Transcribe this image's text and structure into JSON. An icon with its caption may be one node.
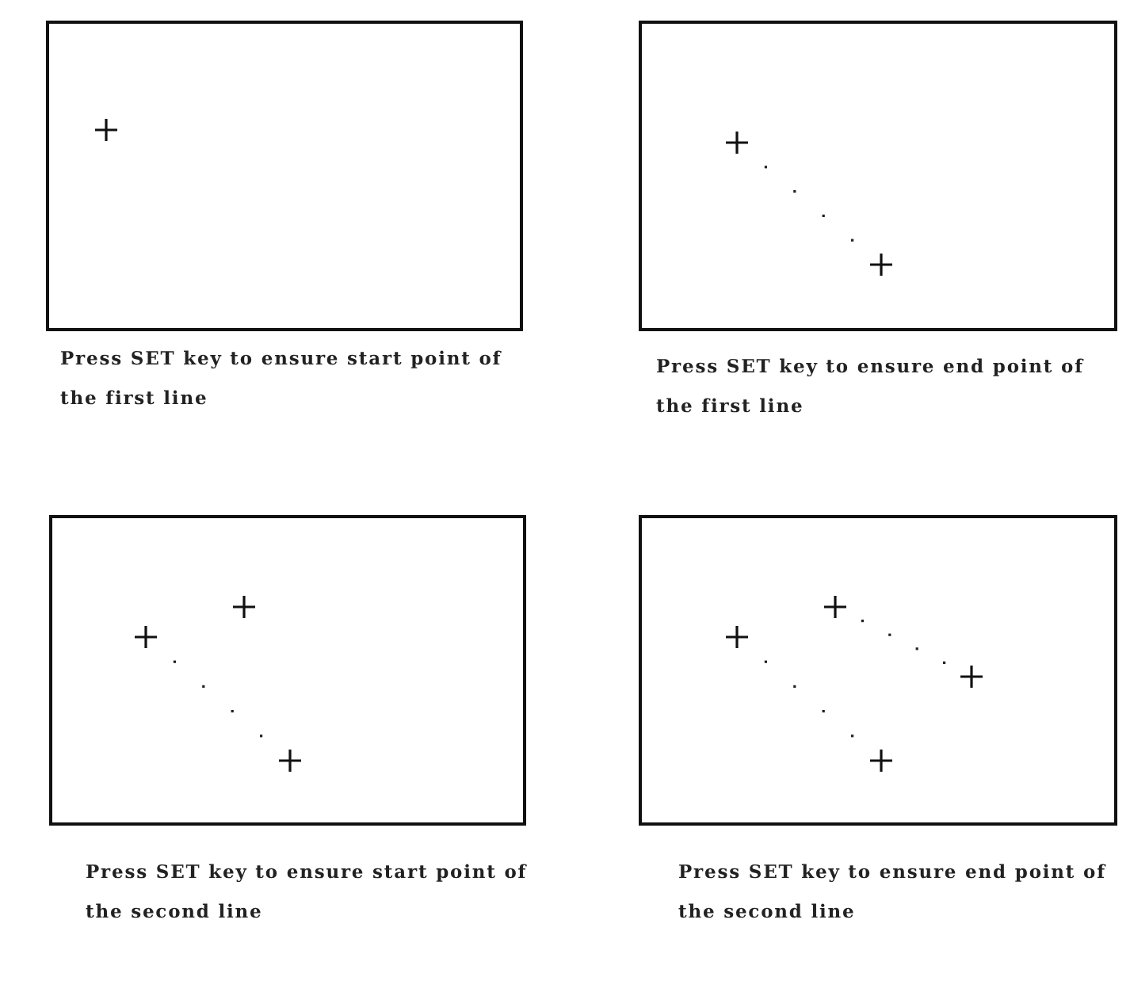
{
  "diagram": {
    "nodes": [
      {
        "text": [],
        "shape": "box",
        "beside": [
          "Press SET key to ensure start point of the first line"
        ]
      },
      {
        "text": [],
        "shape": "box",
        "beside": [
          "Press SET key to ensure end point of the first line"
        ]
      },
      {
        "text": [],
        "shape": "box",
        "beside": [
          "Press SET key to ensure start point of the second line"
        ]
      },
      {
        "text": [],
        "shape": "box",
        "beside": [
          "Press SET key to ensure end point of the second line"
        ]
      }
    ]
  }
}
